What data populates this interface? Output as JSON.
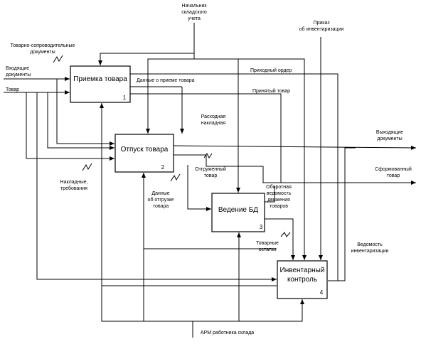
{
  "boxes": [
    {
      "id": "receiving",
      "title": "Приемка товара",
      "number": "1"
    },
    {
      "id": "shipping",
      "title": "Отпуск товара",
      "number": "2"
    },
    {
      "id": "db",
      "title": "Ведение БД",
      "number": "3"
    },
    {
      "id": "inventory",
      "title_line1": "Инвентарный",
      "title_line2": "контроль",
      "number": "4"
    }
  ],
  "labels": {
    "warehouse_manager_1": "Начальник",
    "warehouse_manager_2": "складского",
    "warehouse_manager_3": "учета",
    "inventory_order_1": "Приказ",
    "inventory_order_2": "об инвентаризации",
    "accompanying_docs_1": "Товарно-сопроводительные",
    "accompanying_docs_2": "документы",
    "incoming_docs_1": "Входящие",
    "incoming_docs_2": "документы",
    "goods": "Товар",
    "receipt_data": "Данные о приеме товара",
    "receipt_order": "Приходный ордер",
    "received_goods": "Принятый товар",
    "expense_invoice_1": "Расходная",
    "expense_invoice_2": "накладная",
    "shipped_goods_1": "Отгруженный",
    "shipped_goods_2": "товар",
    "outgoing_docs_1": "Выходящие",
    "outgoing_docs_2": "документы",
    "formed_goods_1": "Сформованный",
    "formed_goods_2": "товар",
    "invoices_1": "Накладные,",
    "invoices_2": "требования",
    "shipment_data_1": "Данные",
    "shipment_data_2": "об отгрузке",
    "shipment_data_3": "товара",
    "turnover_1": "Оборотная",
    "turnover_2": "ведомость",
    "turnover_3": "движения",
    "turnover_4": "товаров",
    "stock_1": "Товарные",
    "stock_2": "остатки",
    "inventory_statement_1": "Ведомость",
    "inventory_statement_2": "инвентаризации",
    "workstation": "АРМ работника склада"
  }
}
